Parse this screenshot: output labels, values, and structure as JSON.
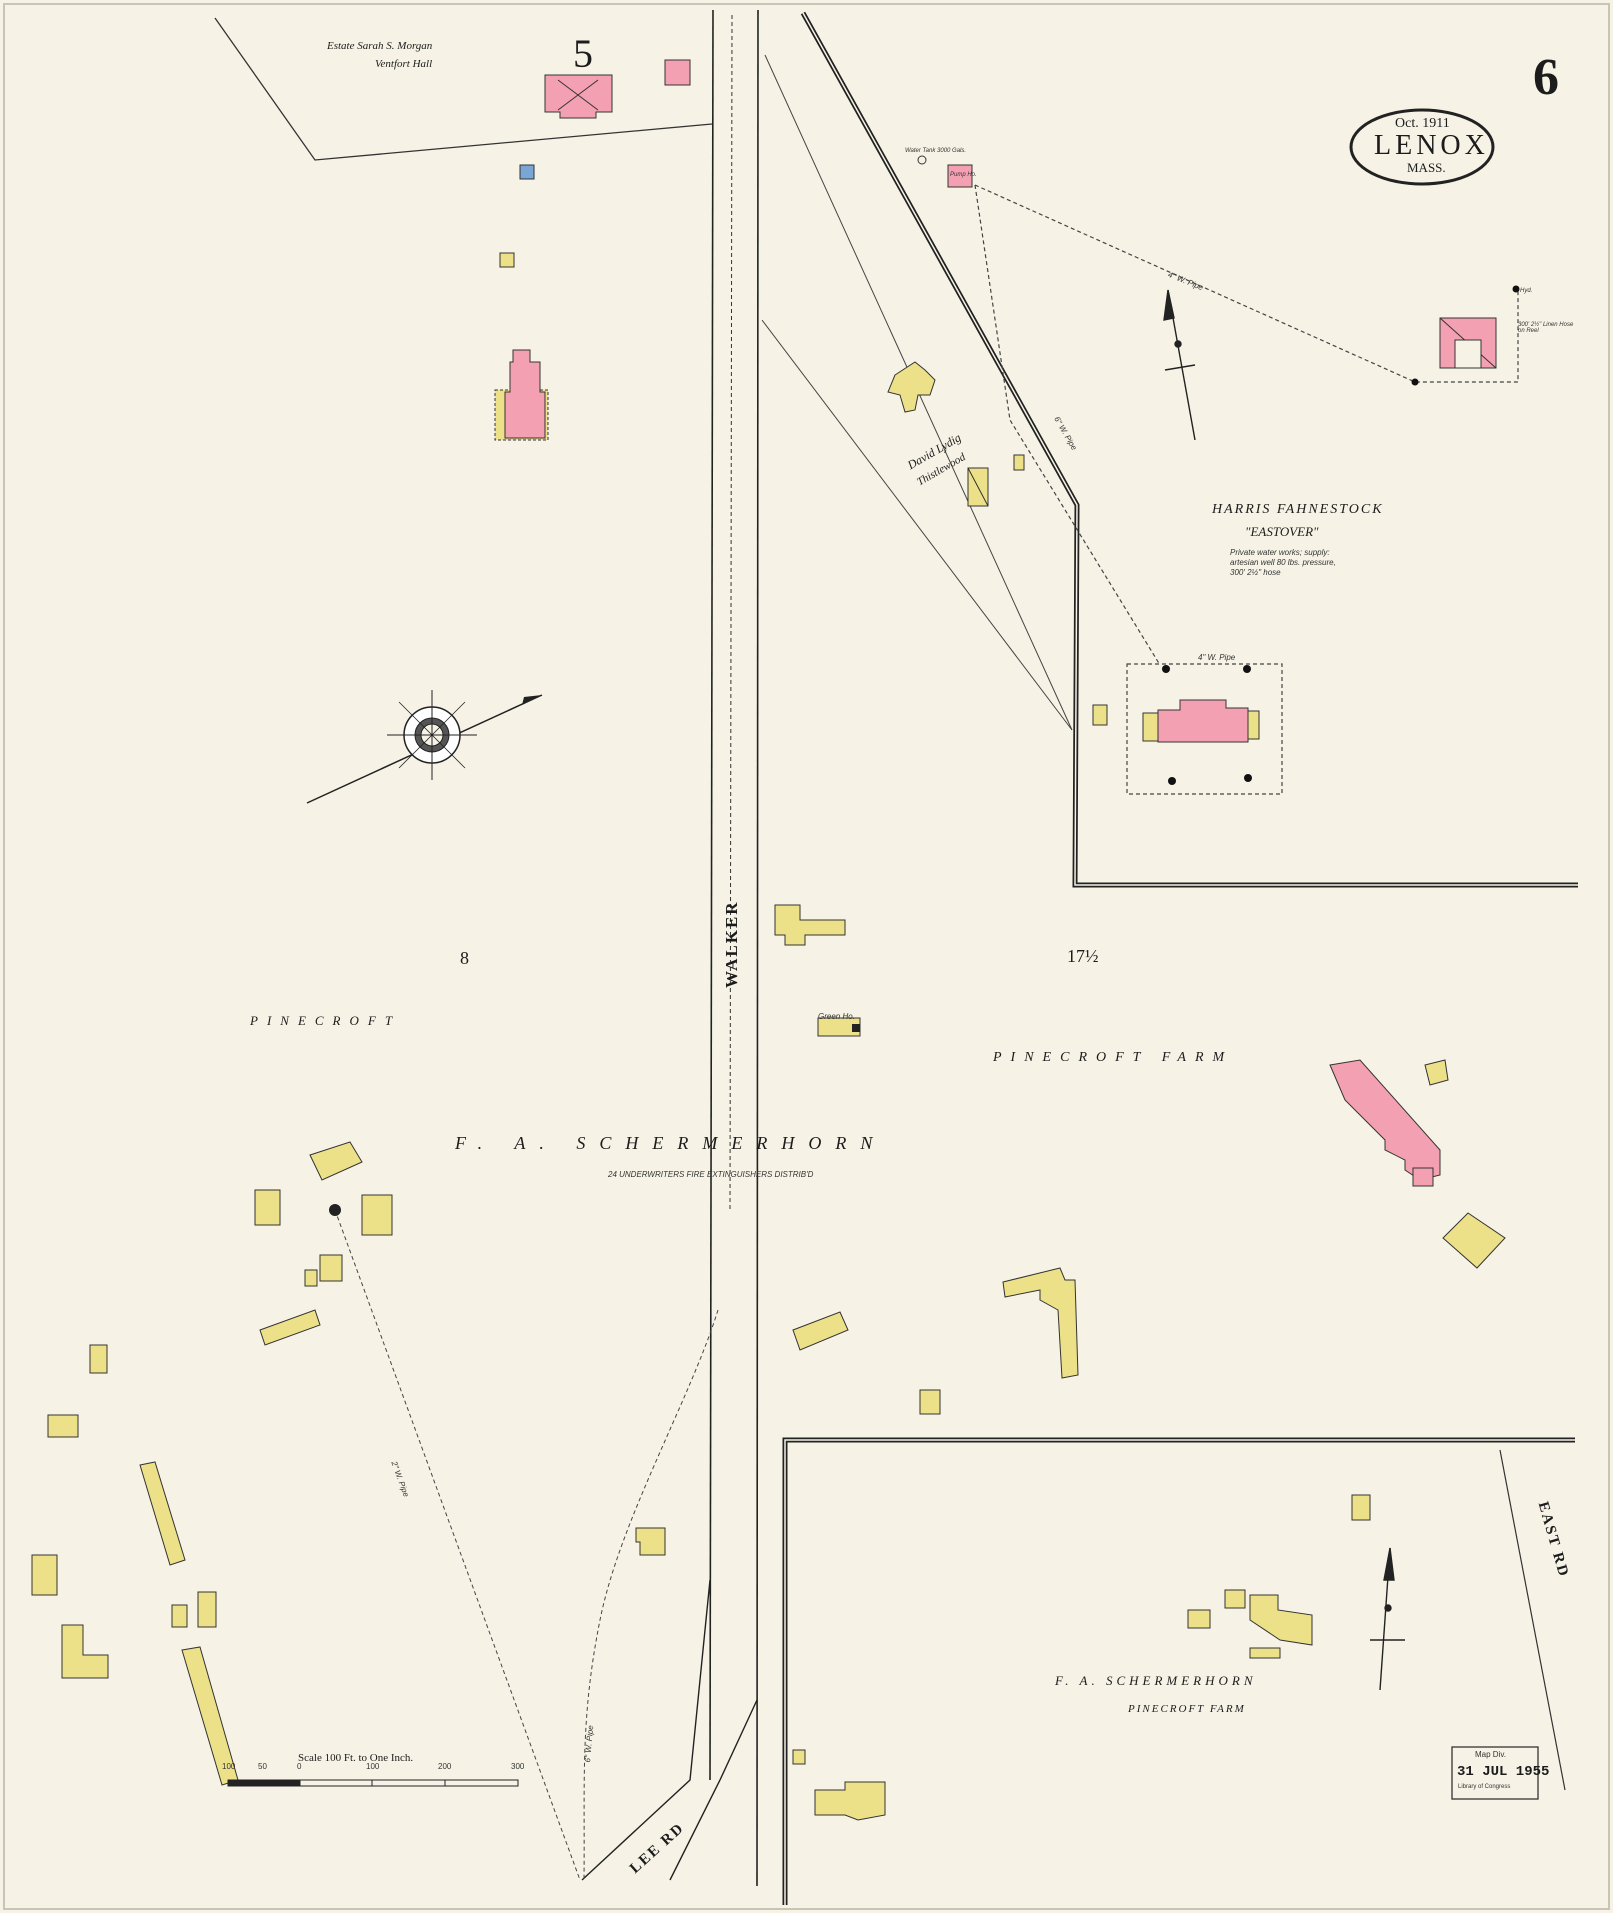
{
  "sheet": {
    "sheet_number": "6",
    "cartouche": {
      "date": "Oct. 1911",
      "town": "Lenox",
      "state": "Mass."
    },
    "adjoining_sheet": "5",
    "block_numbers": [
      "8",
      "17½"
    ],
    "streets": [
      "WALKER",
      "LEE RD",
      "EAST RD"
    ],
    "estates": {
      "morgan": [
        "Estate Sarah S. Morgan",
        "Ventfort Hall"
      ],
      "lydig": [
        "David Lydig",
        "Thistlewood"
      ],
      "fahnestock": [
        "Harris Fahnestock",
        "\"Eastover\""
      ],
      "fahnestock_note": [
        "Private water works; supply:",
        "artesian well 80 lbs. pressure,",
        "300' 2½\" hose"
      ],
      "pinecroft": "Pinecroft",
      "pinecroft_farm": "Pinecroft Farm",
      "schermerhorn": "F. A. Schermerhorn",
      "schermerhorn_note": "24 Underwriters Fire Extinguishers distrib'd",
      "schermerhorn_south": "F. A. Schermerhorn",
      "pinecroft_farm_south": "Pinecroft Farm"
    },
    "pipe_labels": [
      "4\" W. Pipe",
      "6\" W. Pipe",
      "4\" W. Pipe",
      "2\" W. Pipe",
      "6\" W. Pipe"
    ],
    "misc_labels": [
      "Green Ho.",
      "Water Tank 3000 Gals.",
      "Pump Ho.",
      "Hyd.",
      "300' 2½\" Linen Hose on Reel"
    ],
    "scale": {
      "title": "Scale 100 Ft. to One Inch.",
      "ticks": [
        "100",
        "50",
        "0",
        "100",
        "200",
        "300"
      ]
    },
    "stamp": [
      "Map Div.",
      "31 JUL 1955",
      "Library of Congress"
    ],
    "colors": {
      "paper": "#f6f3e6",
      "brick": "#f4a0b3",
      "frame": "#ece089",
      "stone_or_special": "#7aa6d6",
      "ink": "#222222"
    }
  }
}
